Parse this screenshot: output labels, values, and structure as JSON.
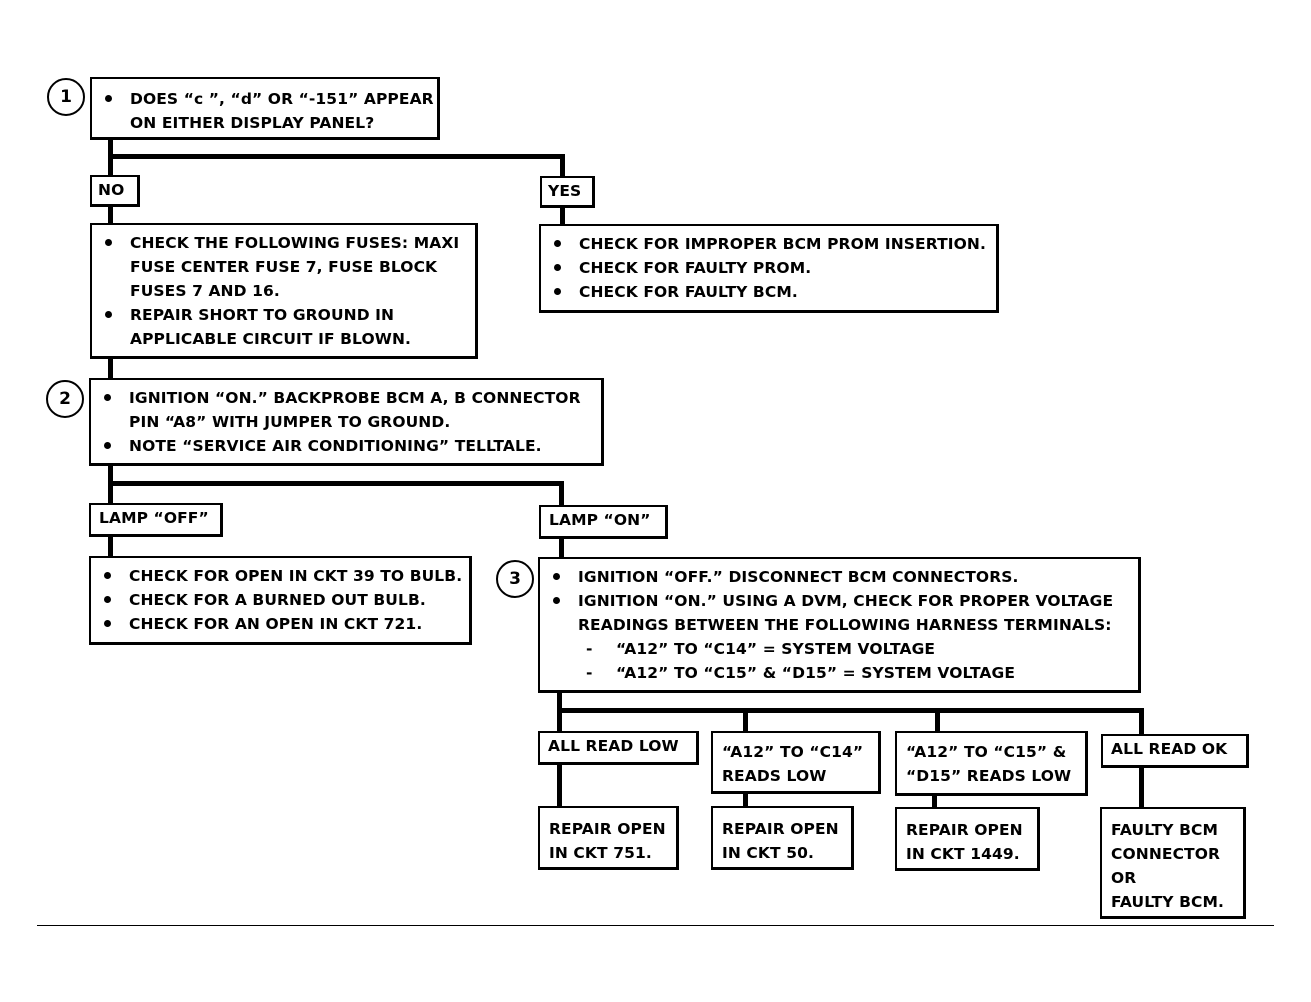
{
  "steps": {
    "s1": {
      "number": "1",
      "lines": [
        "DOES “c ”, “d” OR “-151” APPEAR",
        "ON EITHER DISPLAY PANEL?"
      ]
    },
    "s2": {
      "number": "2",
      "items": [
        [
          "IGNITION “ON.”  BACKPROBE BCM A, B CONNECTOR",
          "PIN “A8” WITH JUMPER TO GROUND."
        ],
        [
          "NOTE “SERVICE AIR CONDITIONING” TELLTALE."
        ]
      ]
    },
    "s3": {
      "number": "3",
      "items": [
        [
          "IGNITION “OFF.”  DISCONNECT BCM CONNECTORS."
        ],
        [
          "IGNITION “ON.”  USING A DVM, CHECK FOR PROPER VOLTAGE",
          "READINGS BETWEEN THE FOLLOWING HARNESS TERMINALS:"
        ]
      ],
      "sub_items": [
        "“A12” TO “C14”  = SYSTEM VOLTAGE",
        "“A12” TO “C15” & “D15”  = SYSTEM VOLTAGE"
      ]
    }
  },
  "branches": {
    "no": "NO",
    "yes": "YES",
    "lamp_off": "LAMP “OFF”",
    "lamp_on": "LAMP “ON”",
    "all_read_low": "ALL READ LOW",
    "c14_low": [
      "“A12” TO “C14”",
      "READS LOW"
    ],
    "c15_d15_low": [
      "“A12” TO “C15” &",
      "“D15” READS LOW"
    ],
    "all_read_ok": "ALL READ OK"
  },
  "actions": {
    "fuses": {
      "items": [
        [
          "CHECK THE FOLLOWING FUSES: MAXI",
          "FUSE CENTER FUSE 7, FUSE BLOCK",
          "FUSES 7 AND 16."
        ],
        [
          "REPAIR SHORT TO GROUND IN",
          "APPLICABLE CIRCUIT IF BLOWN."
        ]
      ]
    },
    "prom": {
      "items": [
        [
          "CHECK FOR IMPROPER BCM PROM INSERTION."
        ],
        [
          "CHECK FOR FAULTY PROM."
        ],
        [
          "CHECK FOR FAULTY BCM."
        ]
      ]
    },
    "bulb": {
      "items": [
        [
          "CHECK FOR OPEN IN CKT 39 TO BULB."
        ],
        [
          "CHECK FOR A BURNED OUT BULB."
        ],
        [
          "CHECK FOR AN OPEN IN CKT 721."
        ]
      ]
    },
    "ckt751": [
      "REPAIR OPEN",
      "IN CKT 751."
    ],
    "ckt50": [
      "REPAIR OPEN",
      "IN CKT 50."
    ],
    "ckt1449": [
      "REPAIR OPEN",
      "IN CKT 1449."
    ],
    "faulty_bcm": [
      "FAULTY BCM",
      "CONNECTOR",
      "OR",
      "FAULTY BCM."
    ]
  }
}
